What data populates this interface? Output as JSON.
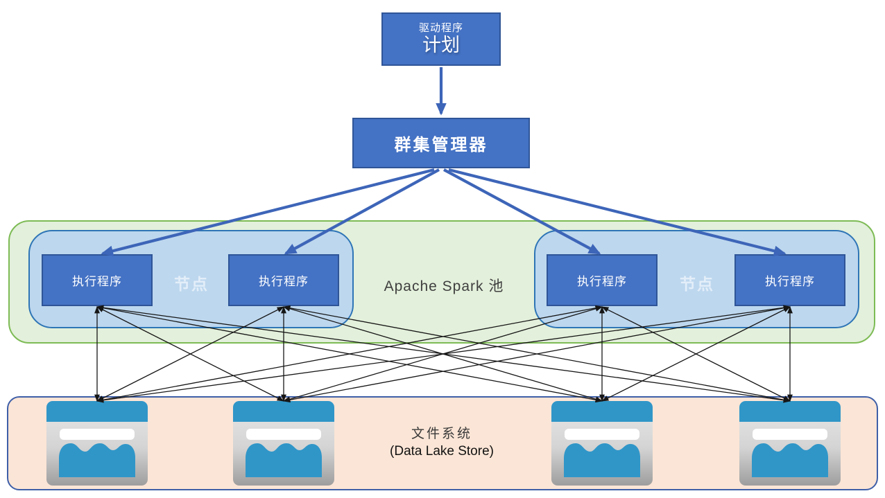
{
  "diagram": {
    "driver": {
      "subtitle": "驱动程序",
      "title": "计划"
    },
    "cluster_manager": {
      "label": "群集管理器"
    },
    "pool": {
      "label": "Apache Spark 池"
    },
    "nodes": [
      {
        "label": "节点",
        "executors": [
          "执行程序",
          "执行程序"
        ]
      },
      {
        "label": "节点",
        "executors": [
          "执行程序",
          "执行程序"
        ]
      }
    ],
    "storage": {
      "label_zh": "文件系统",
      "label_en": "(Data Lake Store)",
      "icon": "data-lake-store-icon",
      "store_count": 4
    },
    "colors": {
      "box_blue": "#4472C4",
      "box_border": "#2F5597",
      "node_fill": "#BDD7EE",
      "node_border": "#2E75B6",
      "pool_fill": "#E3F0DB",
      "pool_border": "#7DBB55",
      "band_fill": "#FBE5D6",
      "band_border": "#3E5FA8",
      "store_blue": "#3096C8",
      "arrow_blue": "#3D65B8",
      "arrow_black": "#161616"
    }
  }
}
